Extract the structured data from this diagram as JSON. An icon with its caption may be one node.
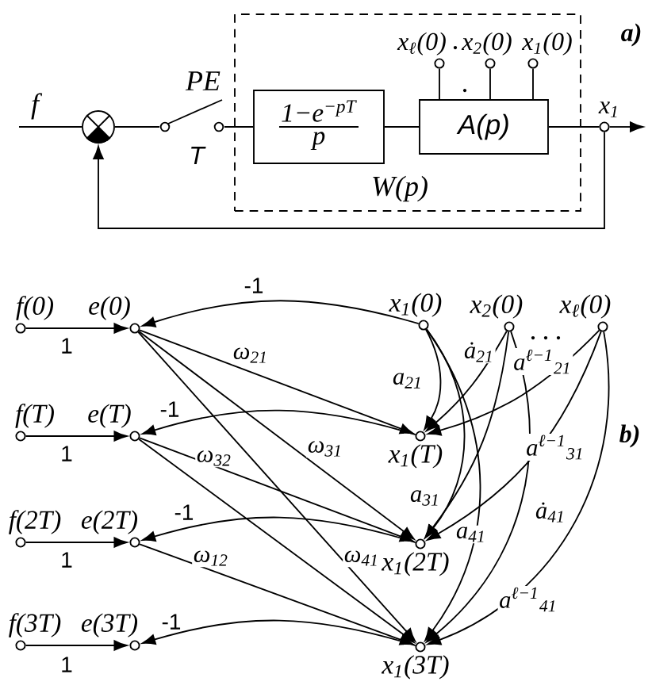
{
  "diagram": {
    "nodes": [
      {
        "text": [],
        "shape": "circle"
      },
      {
        "text": [],
        "shape": "switch",
        "beside": [
          "PE",
          "T"
        ]
      },
      {
        "text": [
          "W(p)"
        ]
      },
      {
        "text": [
          "1−e$^{−pT}$",
          "p"
        ],
        "in": 2
      },
      {
        "text": [
          "A(p)"
        ],
        "in": 2
      },
      {
        "text": [
          "x$_{ℓ}$(0)"
        ],
        "in": 2
      },
      {
        "text": [
          "x$_{2}$(0)"
        ],
        "in": 2
      },
      {
        "text": [
          "x$_{1}$(0)"
        ],
        "in": 2
      },
      {
        "text": [
          "x$_{1}$"
        ]
      },
      {
        "text": [
          "f(0)"
        ]
      },
      {
        "text": [
          "e(0)"
        ]
      },
      {
        "text": [
          "x$_{1}$(0)"
        ]
      },
      {
        "text": [
          "x$_{2}$(0)"
        ]
      },
      {
        "text": [
          "x$_{ℓ}$(0)"
        ]
      },
      {
        "text": [
          "f(T)"
        ]
      },
      {
        "text": [
          "e(T)"
        ]
      },
      {
        "text": [
          "x$_{1}$(T)"
        ]
      },
      {
        "text": [
          "f(2T)"
        ]
      },
      {
        "text": [
          "e(2T)"
        ]
      },
      {
        "text": [
          "x$_{1}$(2T)"
        ]
      },
      {
        "text": [
          "f(3T)"
        ]
      },
      {
        "text": [
          "e(3T)"
        ]
      },
      {
        "text": [
          "x$_{1}$(3T)"
        ]
      }
    ],
    "edges": [
      {
        "from": null,
        "to": 0,
        "arrow": "none",
        "label": "f"
      },
      {
        "from": 0,
        "to": 1,
        "arrow": "none"
      },
      {
        "from": 1,
        "to": 3,
        "arrow": "none"
      },
      {
        "from": 3,
        "to": 4,
        "arrow": "none"
      },
      {
        "from": 5,
        "to": 4,
        "arrow": "none"
      },
      {
        "from": 6,
        "to": 4,
        "arrow": "none"
      },
      {
        "from": 7,
        "to": 4,
        "arrow": "none"
      },
      {
        "from": 4,
        "to": 8,
        "arrow": "none"
      },
      {
        "from": 8,
        "to": null,
        "arrow": "to"
      },
      {
        "from": 8,
        "to": 0,
        "arrow": "to"
      },
      {
        "from": 9,
        "to": 10,
        "arrow": "to",
        "label": "1"
      },
      {
        "from": 14,
        "to": 15,
        "arrow": "to",
        "label": "1"
      },
      {
        "from": 17,
        "to": 18,
        "arrow": "to",
        "label": "1"
      },
      {
        "from": 20,
        "to": 21,
        "arrow": "to",
        "label": "1"
      },
      {
        "from": 11,
        "to": 10,
        "arrow": "to",
        "label": "-1"
      },
      {
        "from": 16,
        "to": 15,
        "arrow": "to",
        "label": "-1"
      },
      {
        "from": 19,
        "to": 18,
        "arrow": "to",
        "label": "-1"
      },
      {
        "from": 22,
        "to": 21,
        "arrow": "to",
        "label": "-1"
      },
      {
        "from": 10,
        "to": 16,
        "arrow": "to",
        "label": "ω$_{21}$"
      },
      {
        "from": 10,
        "to": 19,
        "arrow": "to",
        "label": "ω$_{31}$"
      },
      {
        "from": 10,
        "to": 22,
        "arrow": "to",
        "label": "ω$_{41}$"
      },
      {
        "from": 15,
        "to": 19,
        "arrow": "to",
        "label": "ω$_{32}$"
      },
      {
        "from": 15,
        "to": 22,
        "arrow": "to"
      },
      {
        "from": 18,
        "to": 22,
        "arrow": "to",
        "label": "ω$_{12}$"
      },
      {
        "from": 11,
        "to": 16,
        "arrow": "to",
        "label": "a$_{21}$"
      },
      {
        "from": 11,
        "to": 19,
        "arrow": "to",
        "label": "a$_{31}$"
      },
      {
        "from": 11,
        "to": 22,
        "arrow": "to",
        "label": "a$_{41}$"
      },
      {
        "from": 12,
        "to": 16,
        "arrow": "to",
        "label": "ȧ$_{21}$"
      },
      {
        "from": 12,
        "to": 19,
        "arrow": "to"
      },
      {
        "from": 12,
        "to": 22,
        "arrow": "to",
        "label": "ȧ$_{41}$"
      },
      {
        "from": 13,
        "to": 16,
        "arrow": "to",
        "label": "a$^{ℓ−1}$$_{21}$"
      },
      {
        "from": 13,
        "to": 19,
        "arrow": "to",
        "label": "a$^{ℓ−1}$$_{31}$"
      },
      {
        "from": 13,
        "to": 22,
        "arrow": "to",
        "label": "a$^{ℓ−1}$$_{41}$"
      }
    ],
    "labels": [
      "a)",
      "b)"
    ]
  }
}
